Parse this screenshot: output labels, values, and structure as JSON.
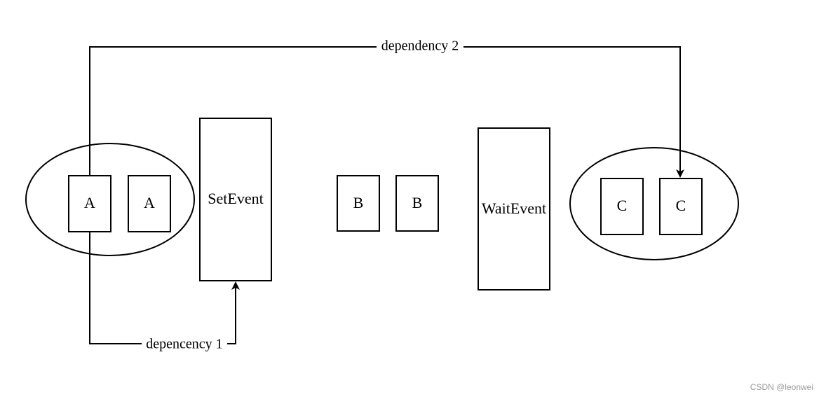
{
  "nodes": {
    "a1": "A",
    "a2": "A",
    "set_event": "SetEvent",
    "b1": "B",
    "b2": "B",
    "wait_event": "WaitEvent",
    "c1": "C",
    "c2": "C"
  },
  "edges": {
    "dependency_1": "depencency 1",
    "dependency_2": "dependency 2"
  },
  "watermark": "CSDN @leonwei",
  "colors": {
    "stroke": "#000000",
    "background": "#ffffff",
    "watermark": "#9a9a9a"
  }
}
